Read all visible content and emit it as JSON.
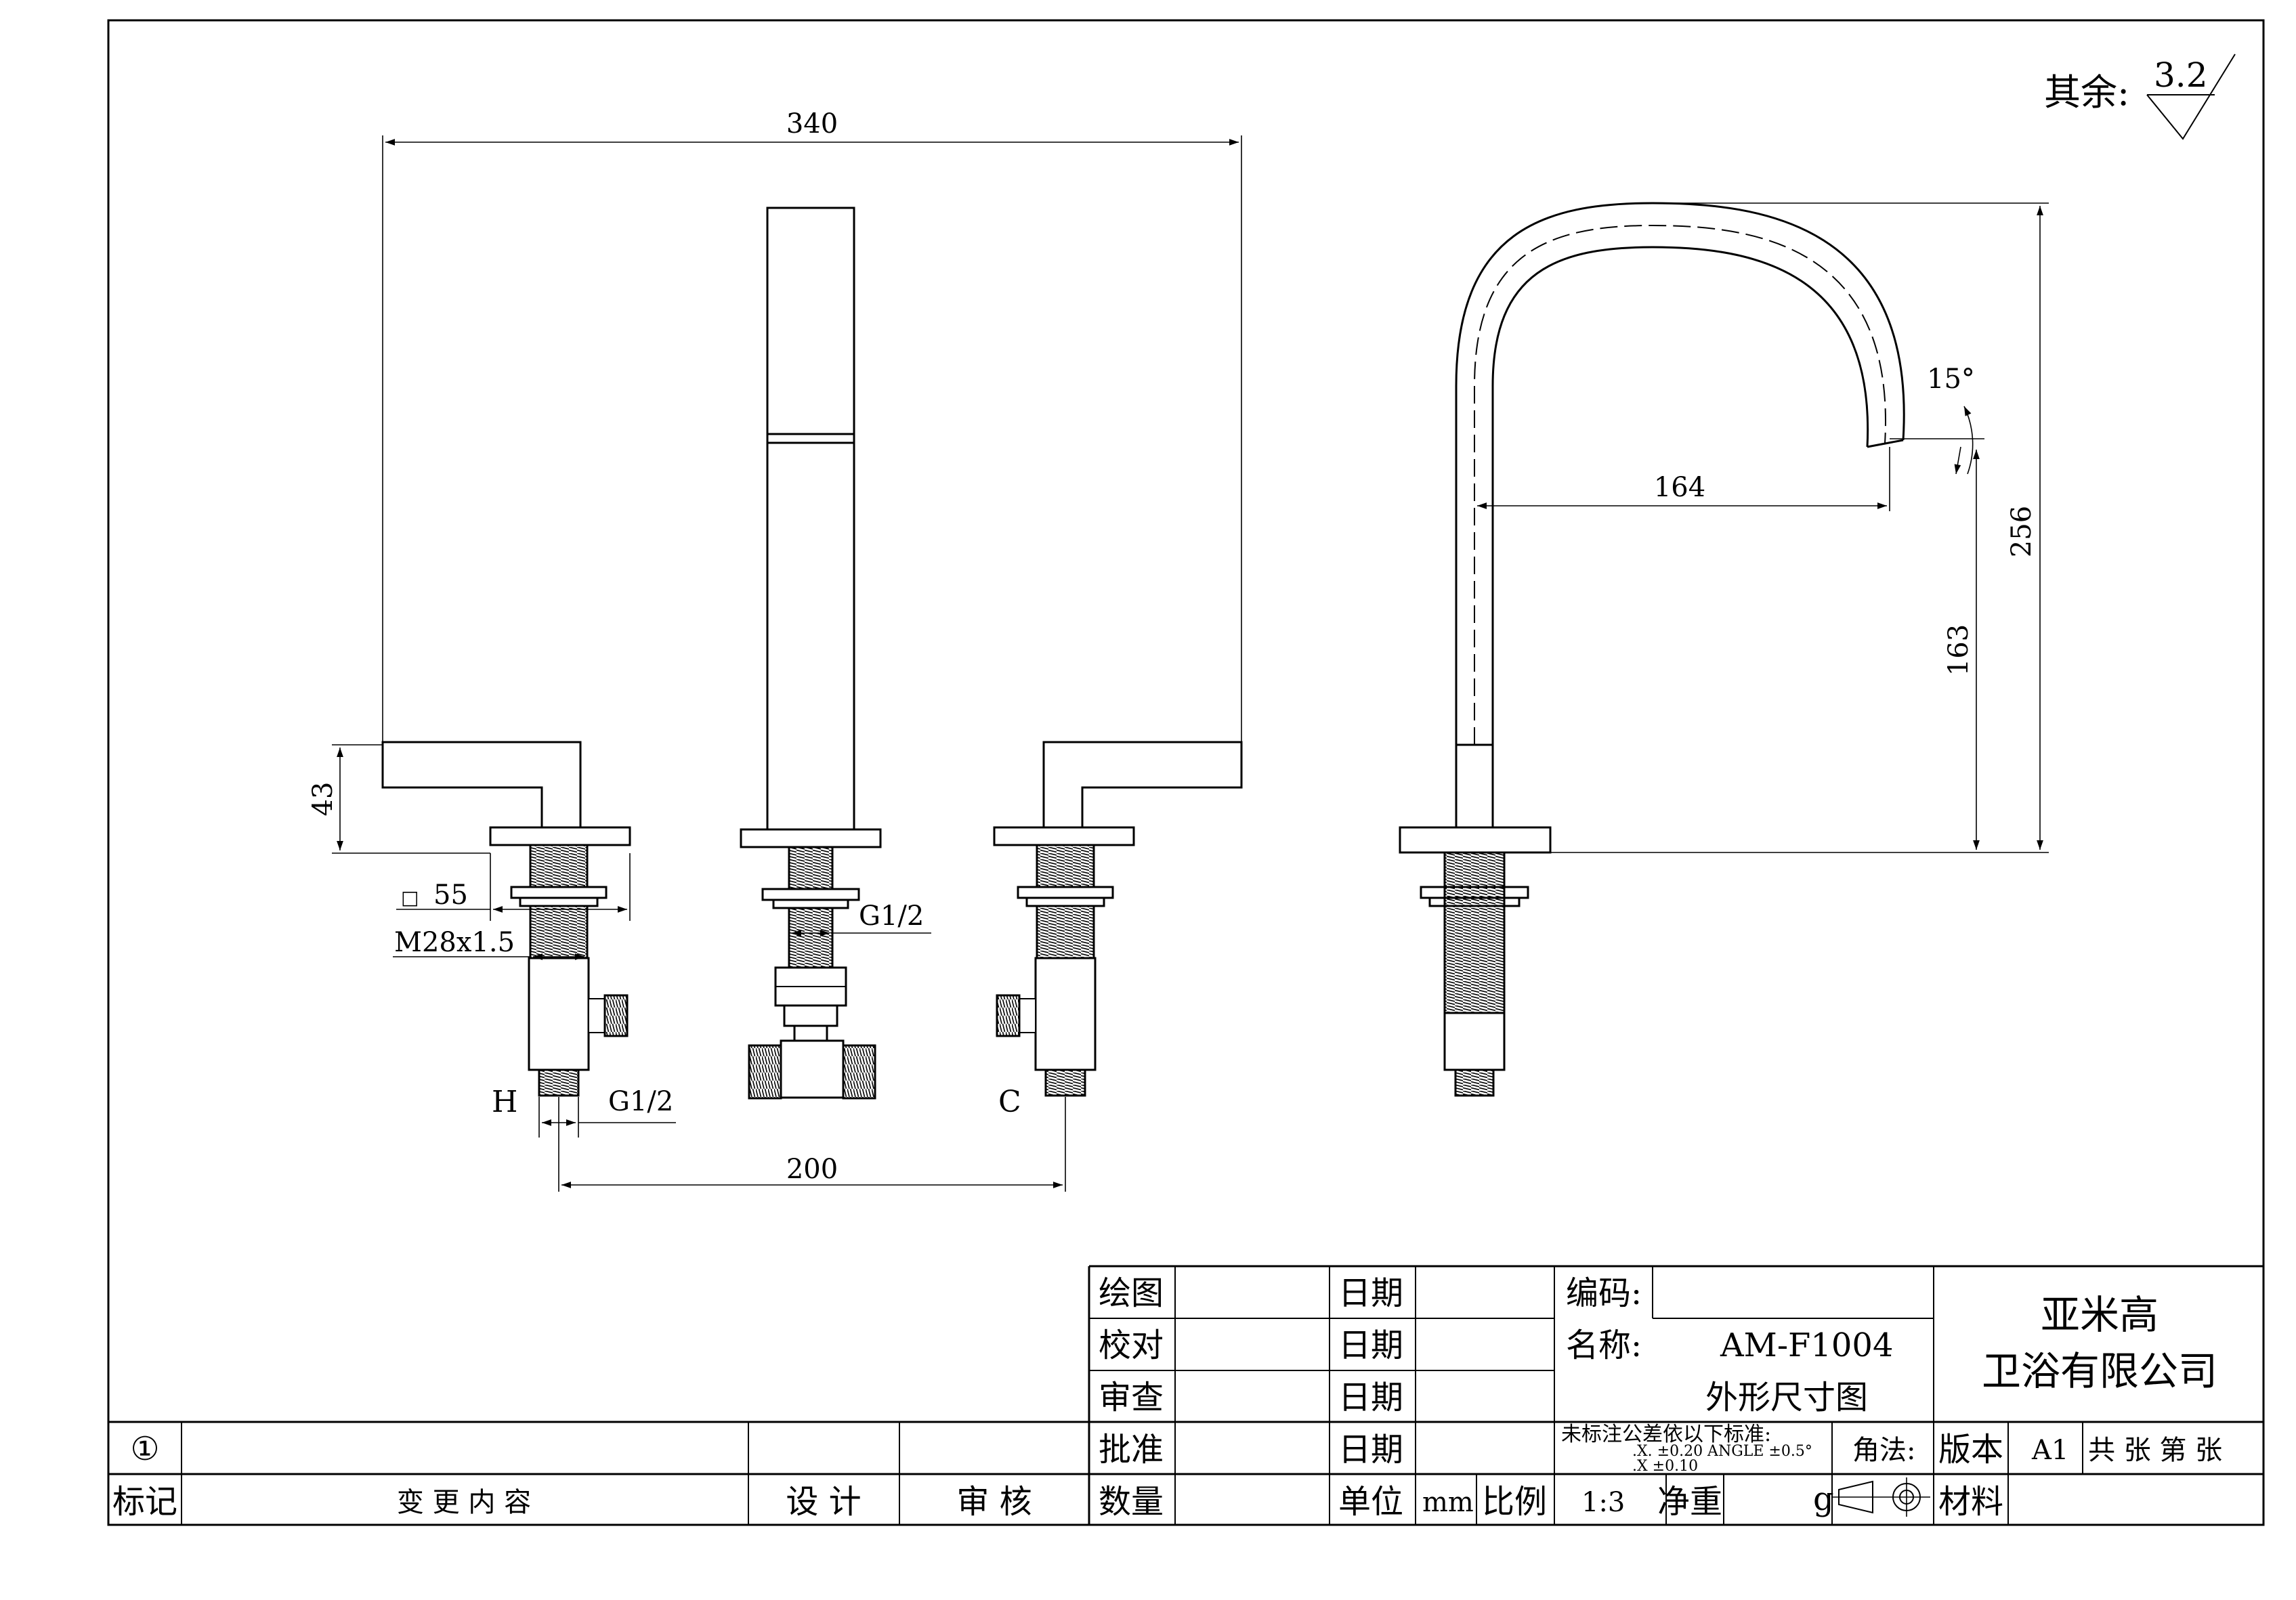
{
  "surface_roughness": {
    "prefix": "其余:",
    "value": "3.2"
  },
  "dimensions": {
    "width_340": "340",
    "handle_43": "43",
    "square_55": "55",
    "square_symbol": "□",
    "thread_m28": "M28x1.5",
    "g12_hose": "G1/2",
    "g12_inlet": "G1/2",
    "spacing_200": "200",
    "angle_15": "15°",
    "reach_164": "164",
    "height_256": "256",
    "height_163": "163"
  },
  "labels": {
    "hot": "H",
    "cold": "C"
  },
  "title_block": {
    "rows": [
      {
        "role": "绘图",
        "date_label": "日期"
      },
      {
        "role": "校对",
        "date_label": "日期"
      },
      {
        "role": "审查",
        "date_label": "日期"
      },
      {
        "role": "批准",
        "date_label": "日期"
      }
    ],
    "quantity_label": "数量",
    "unit_label": "单位",
    "unit_value": "mm",
    "scale_label": "比例",
    "scale_value": "1:3",
    "net_weight_label": "净重",
    "weight_unit": "g",
    "code_label": "编码:",
    "name_label": "名称:",
    "model": "AM-F1004",
    "drawing_title": "外形尺寸图",
    "company_line1": "亚米高",
    "company_line2": "卫浴有限公司",
    "tolerance_title": "未标注公差依以下标准:",
    "tolerance_line1": ".X.    ±0.20  ANGLE  ±0.5°",
    "tolerance_line2": ".X     ±0.10",
    "projection_label": "角法:",
    "version_label": "版本",
    "version_value": "A1",
    "sheets_text": "共   张  第   张",
    "material_label": "材料"
  },
  "revision_block": {
    "mark": "①",
    "mark_label": "标记",
    "change_content": "变  更  内  容",
    "design": "设 计",
    "review": "审  核"
  }
}
